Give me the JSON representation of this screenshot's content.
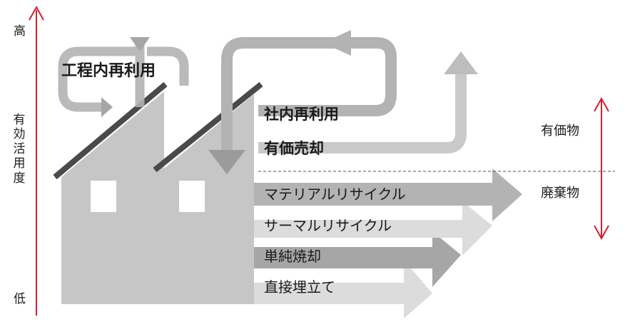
{
  "axis": {
    "high": "高",
    "low": "低",
    "title": "有効活用度",
    "color": "#d2202e"
  },
  "labels": {
    "in_process_reuse": "工程内再利用",
    "in_house_reuse": "社内再利用",
    "valuable_sale": "有価売却",
    "material_recycle": "マテリアルリサイクル",
    "thermal_recycle": "サーマルリサイクル",
    "simple_incineration": "単純焼却",
    "direct_landfill": "直接埋立て"
  },
  "categories": {
    "valuables": "有価物",
    "waste": "廃棄物"
  },
  "colors": {
    "factory": "#c6c6c6",
    "arrow_mid": "#b3b3b3",
    "arrow_dark": "#a6a6a6",
    "arrow_light": "#dcdcdc",
    "roof": "#4a4a4a",
    "divider": "#555555"
  }
}
